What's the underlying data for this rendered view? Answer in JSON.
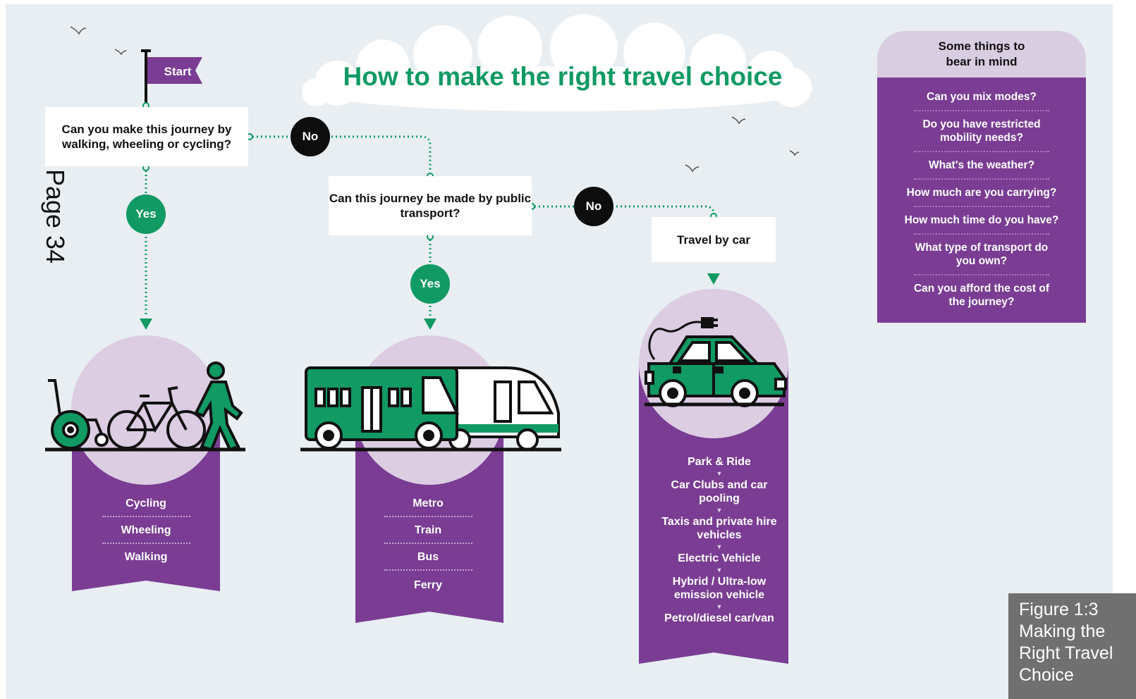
{
  "page_label": "Page 34",
  "title": "How to make the right travel choice",
  "start_label": "Start",
  "questions": {
    "q1": "Can you make this journey by walking, wheeling or cycling?",
    "q2": "Can this journey be made by public transport?",
    "car_box": "Travel by car"
  },
  "answers": {
    "no": "No",
    "yes": "Yes"
  },
  "active_travel": [
    "Cycling",
    "Wheeling",
    "Walking"
  ],
  "public_transport": [
    "Metro",
    "Train",
    "Bus",
    "Ferry"
  ],
  "car_options": [
    "Park & Ride",
    "Car Clubs and car pooling",
    "Taxis and private hire vehicles",
    "Electric Vehicle",
    "Hybrid / Ultra-low emission vehicle",
    "Petrol/diesel car/van"
  ],
  "sidebar": {
    "heading": "Some things to bear in mind",
    "questions": [
      "Can you mix modes?",
      "Do you have restricted mobility needs?",
      "What's the weather?",
      "How much are you carrying?",
      "How much time do you have?",
      "What type of transport do you own?",
      "Can you afford the cost of the journey?"
    ]
  },
  "caption": "Figure 1:3 Making the Right Travel Choice",
  "colors": {
    "green": "#119a63",
    "purple": "#7a3d93",
    "lilac": "#dccde3",
    "background": "#e8eef2",
    "black": "#0d0d0d"
  },
  "icons": [
    "flag-icon",
    "wheelchair-icon",
    "bicycle-icon",
    "walking-person-icon",
    "bus-icon",
    "train-icon",
    "car-icon",
    "bird-icon"
  ]
}
